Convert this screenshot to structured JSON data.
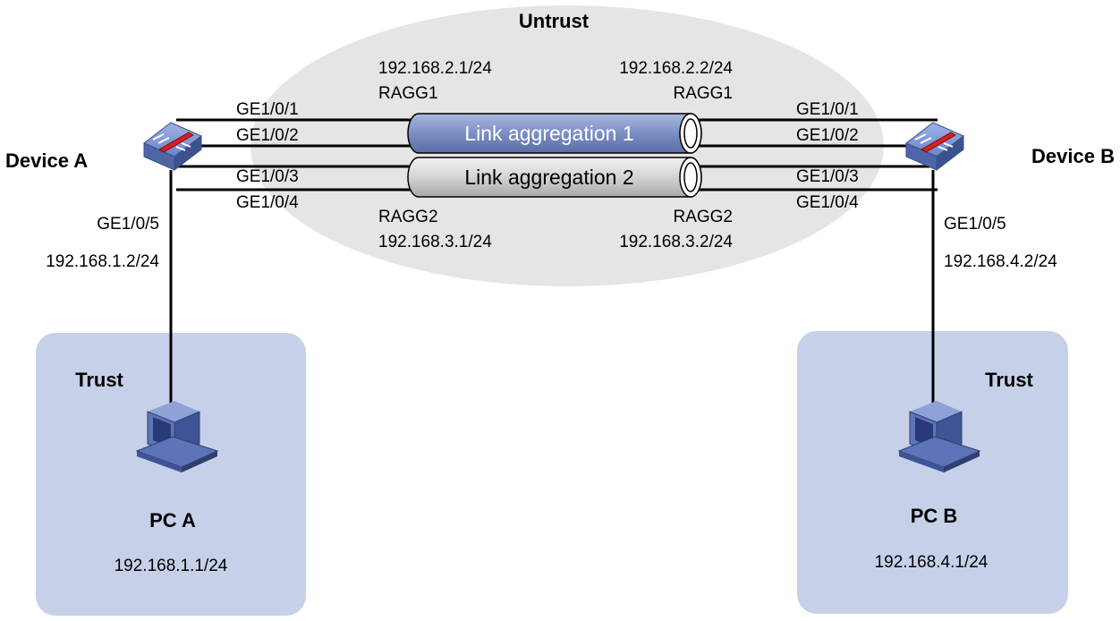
{
  "zones": {
    "untrust": "Untrust",
    "trust_left": "Trust",
    "trust_right": "Trust"
  },
  "device_a": {
    "name": "Device A",
    "ports": [
      "GE1/0/1",
      "GE1/0/2",
      "GE1/0/3",
      "GE1/0/4"
    ],
    "down_port": "GE1/0/5",
    "down_ip": "192.168.1.2/24",
    "ragg1_ip": "192.168.2.1/24",
    "ragg1": "RAGG1",
    "ragg2": "RAGG2",
    "ragg2_ip": "192.168.3.1/24"
  },
  "device_b": {
    "name": "Device B",
    "ports": [
      "GE1/0/1",
      "GE1/0/2",
      "GE1/0/3",
      "GE1/0/4"
    ],
    "down_port": "GE1/0/5",
    "down_ip": "192.168.4.2/24",
    "ragg1_ip": "192.168.2.2/24",
    "ragg1": "RAGG1",
    "ragg2": "RAGG2",
    "ragg2_ip": "192.168.3.2/24"
  },
  "links": {
    "agg1": "Link aggregation 1",
    "agg2": "Link aggregation 2"
  },
  "pc_a": {
    "name": "PC A",
    "ip": "192.168.1.1/24"
  },
  "pc_b": {
    "name": "PC B",
    "ip": "192.168.4.1/24"
  },
  "colors": {
    "untrust_zone": "#e5e5e5",
    "trust_zone": "#c6d0e8",
    "agg1_tube": "#7b8fc4",
    "agg2_tube": "#d6d6d6",
    "device": "#6a84c8",
    "device_accent": "#d42121",
    "pc": "#5e74b8"
  }
}
